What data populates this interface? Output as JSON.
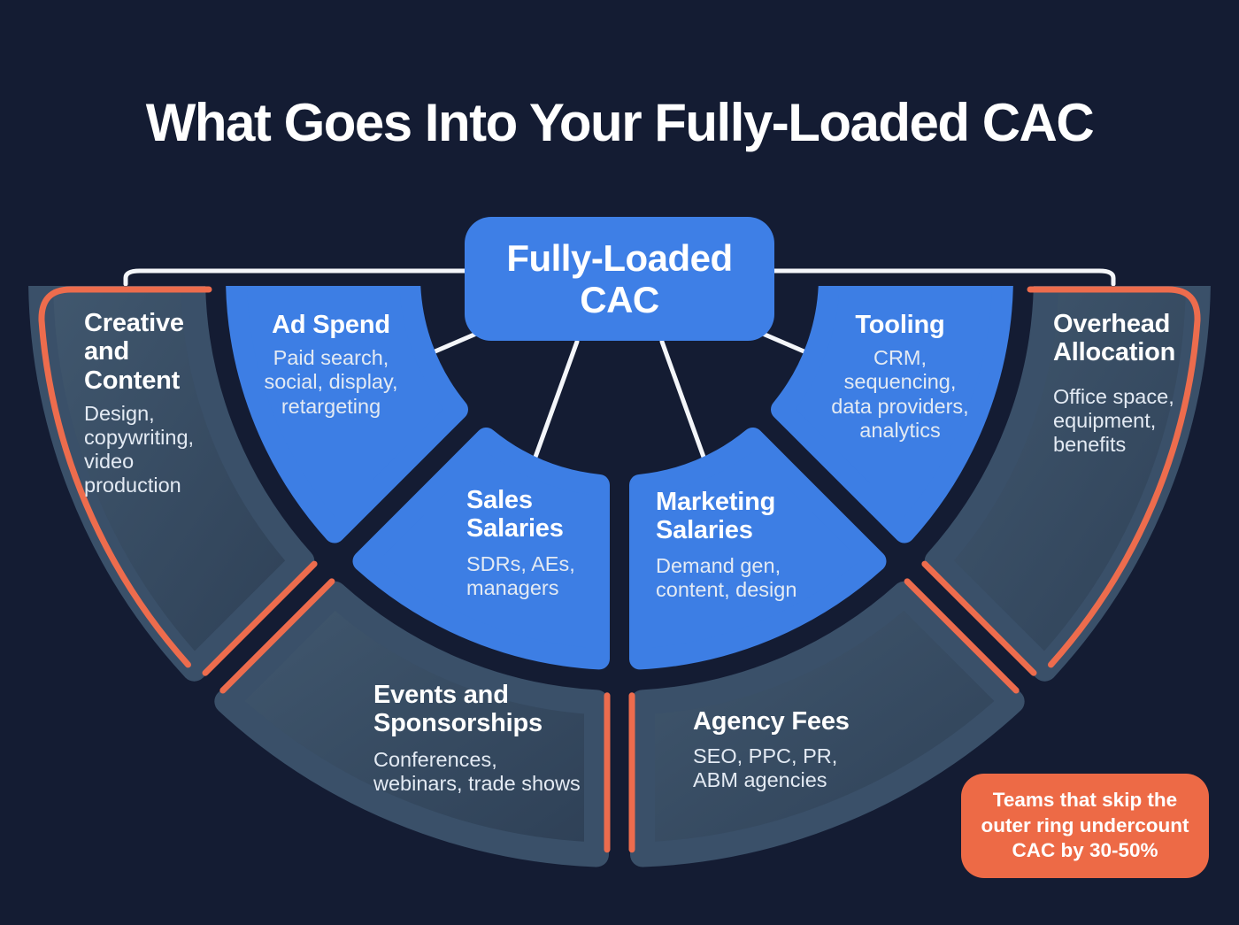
{
  "title": "What Goes Into Your Fully-Loaded CAC",
  "center": {
    "label": "Fully-Loaded\nCAC"
  },
  "segments": {
    "ad_spend": {
      "title": "Ad Spend",
      "detail": "Paid search,\nsocial, display,\nretargeting"
    },
    "sales": {
      "title": "Sales\nSalaries",
      "detail": "SDRs, AEs,\nmanagers"
    },
    "marketing": {
      "title": "Marketing\nSalaries",
      "detail": "Demand gen,\ncontent, design"
    },
    "tooling": {
      "title": "Tooling",
      "detail": "CRM,\nsequencing,\ndata providers,\nanalytics"
    },
    "creative": {
      "title": "Creative\nand\nContent",
      "detail": "Design,\ncopywriting,\nvideo\nproduction"
    },
    "events": {
      "title": "Events and\nSponsorships",
      "detail": "Conferences,\nwebinars, trade shows"
    },
    "agency": {
      "title": "Agency Fees",
      "detail": "SEO, PPC, PR,\nABM agencies"
    },
    "overhead": {
      "title": "Overhead\nAllocation",
      "detail": "Office space,\nequipment,\nbenefits"
    }
  },
  "callout": {
    "text": "Teams that skip the\nouter ring undercount\nCAC by 30-50%"
  },
  "colors": {
    "background": "#141c33",
    "segment_blue": "#3D7EE4",
    "segment_slate_light": "#41586f",
    "segment_slate_dark": "#2e4056",
    "accent_orange": "#ED6C4D",
    "connector_white": "#F4F6FA",
    "center_box_blue": "#3E7FE6",
    "callout_orange": "#ED6A46"
  }
}
